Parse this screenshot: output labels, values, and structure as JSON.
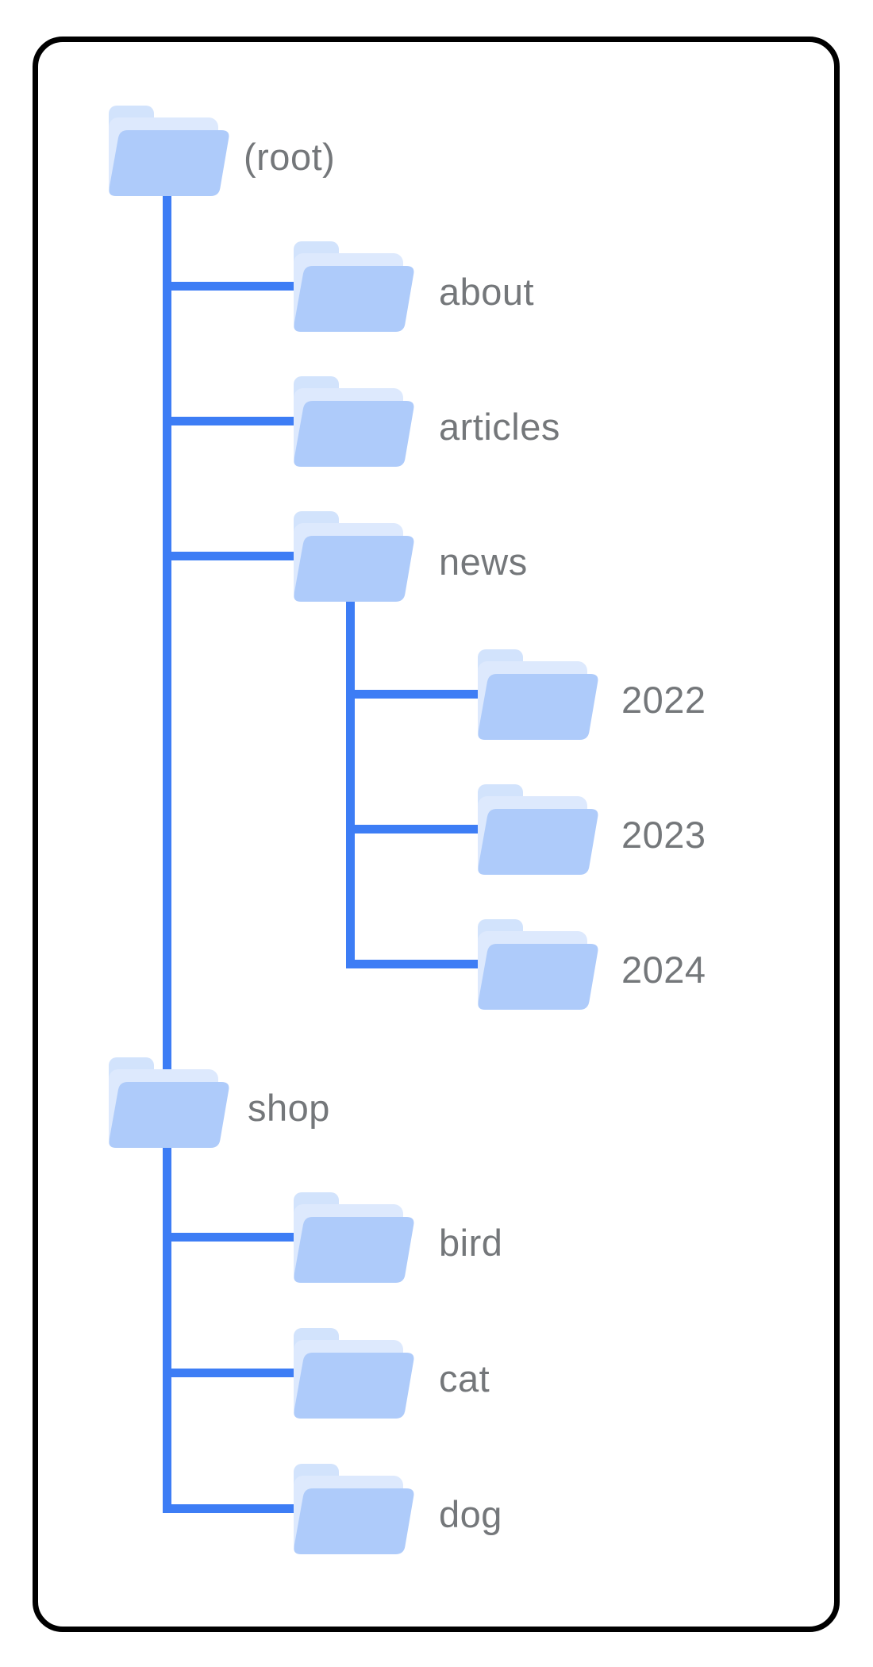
{
  "diagram_type": "site-folder-structure-tree",
  "colors": {
    "connector": "#3d7df5",
    "label_text": "#74777a",
    "folder_front": "#aecbfa",
    "folder_sheet": "#dde9fd",
    "folder_tab": "#d2e3fc",
    "frame_border": "#000000",
    "background": "#ffffff"
  },
  "icons": {
    "node_icon": "folder-icon"
  },
  "tree": {
    "label": "(root)",
    "children": [
      {
        "label": "about",
        "children": []
      },
      {
        "label": "articles",
        "children": []
      },
      {
        "label": "news",
        "children": [
          {
            "label": "2022"
          },
          {
            "label": "2023"
          },
          {
            "label": "2024"
          }
        ]
      },
      {
        "label": "shop",
        "children": [
          {
            "label": "bird"
          },
          {
            "label": "cat"
          },
          {
            "label": "dog"
          }
        ]
      }
    ]
  }
}
